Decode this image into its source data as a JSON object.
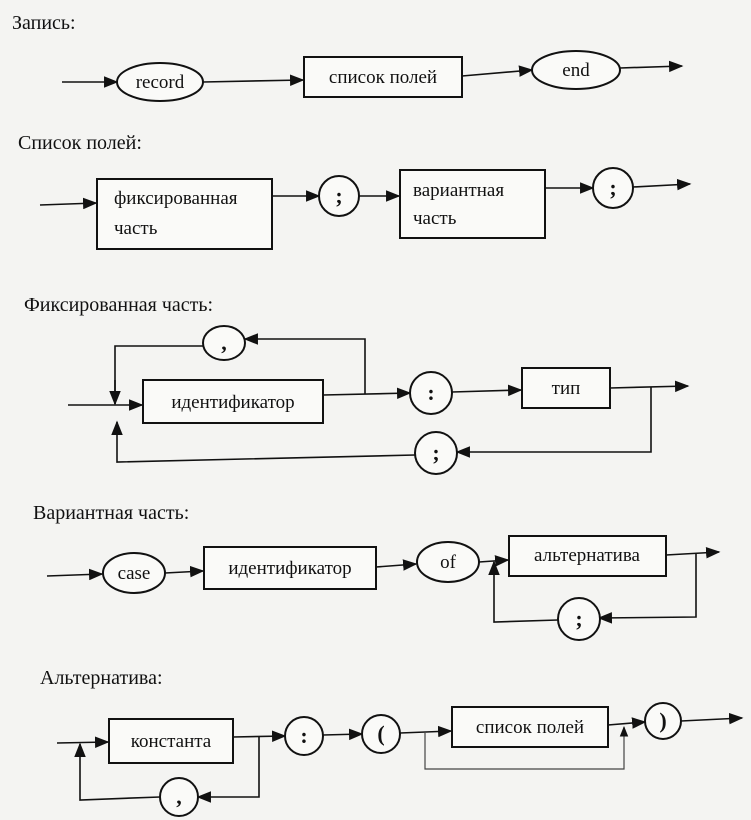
{
  "sections": {
    "record": {
      "title": "Запись:",
      "kw_record": "record",
      "field_list": "список полей",
      "kw_end": "end"
    },
    "field_list": {
      "title": "Список полей:",
      "fixed_l1": "фиксированная",
      "fixed_l2": "часть",
      "semi1": ";",
      "variant_l1": "вариантная",
      "variant_l2": "часть",
      "semi2": ";"
    },
    "fixed_part": {
      "title": "Фиксированная часть:",
      "comma": ",",
      "identifier": "идентификатор",
      "colon": ":",
      "type": "тип",
      "semi": ";"
    },
    "variant_part": {
      "title": "Вариантная часть:",
      "kw_case": "case",
      "identifier": "идентификатор",
      "kw_of": "of",
      "alternative": "альтернатива",
      "semi": ";"
    },
    "alternative": {
      "title": "Альтернатива:",
      "constant": "константа",
      "colon": ":",
      "lparen": "(",
      "field_list": "список полей",
      "rparen": ")",
      "comma": ","
    }
  }
}
